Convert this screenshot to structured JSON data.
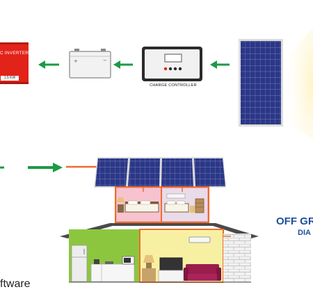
{
  "inverter": {
    "label": "C INVERTER",
    "rating": "1.5 KW"
  },
  "charge_controller": {
    "label": "CHARGE CONTROLLER"
  },
  "title": {
    "line1": "OFF GR",
    "line2": "DIA"
  },
  "footer_text": "ftware",
  "colors": {
    "arrow_green": "#1b9b43",
    "inverter_red": "#e2231a",
    "title_blue": "#1d4f9c",
    "wire_orange": "#ef6c2c",
    "panel_blue": "#2d3a8c",
    "roof_gray": "#4a4a4a"
  }
}
